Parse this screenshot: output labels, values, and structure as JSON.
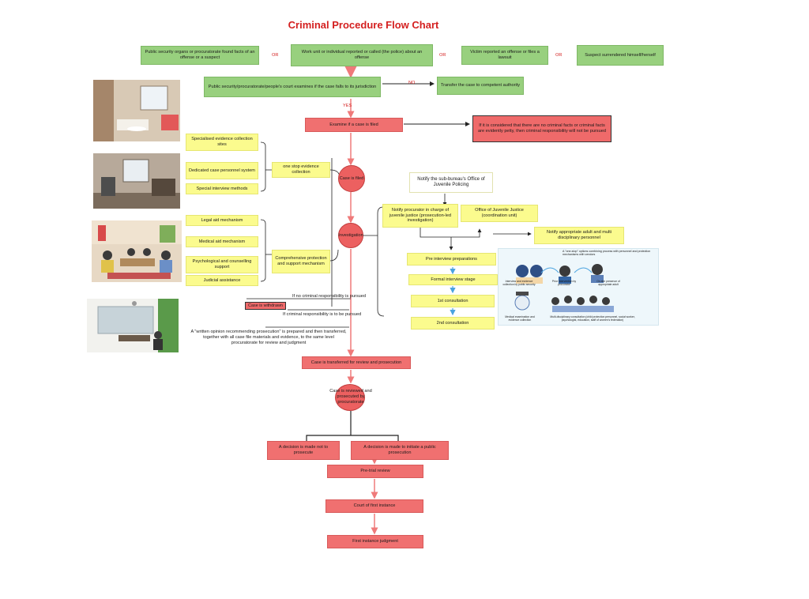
{
  "title": "Criminal Procedure Flow Chart",
  "or_label": "OR",
  "yes_label": "YES",
  "no_label": "NO",
  "sources": [
    "Public security organs or procuratorate found facts of an offense  or a suspect",
    "Work unit or individual reported or called (the police) about an offense",
    "Victim reported an offense or files a lawsuit",
    "Suspect surrendered himself/herself"
  ],
  "jurisdiction_check": "Public security/procuratorate/people's court examines  if the case falls to its jurisdiction",
  "transfer_case": "Transfer the case to competent authority",
  "examine_filed": "Examine if a case is filed",
  "no_criminal_facts": "If it is considered that there are no criminal facts or criminal facts are evidently petty, then criminal responsibility will not be pursued",
  "case_filed": "Case is filed",
  "investigation": "Investigation",
  "evidence_items": [
    "Specialised evidence collection sites",
    "Dedicated case personnel system",
    "Special interview methods"
  ],
  "one_stop": "one stop evidence collection",
  "support_items": [
    "Legal aid mechanism",
    "Medical aid mechanism",
    "Psychological and counselling support",
    "Judicial assistance"
  ],
  "protection": "Comprehensive protection and support mechanism",
  "notify_subbureau": "Notify the sub-bureau's Office of Juvenile Policing",
  "notify_procurator": "Notify procurator in charge of juvenile justice (prosecution-led investigation)",
  "office_juvenile": "Office of Juvenile Justice (coordination unit)",
  "notify_adult": "Notify appropriate adult and multi disciplinary personnel",
  "interview_steps": [
    "Pre interview preparations",
    "Formal interview stage",
    "1st consultation",
    "2nd consultation"
  ],
  "no_criminal_pursued": "If no criminal responsibility is pursued",
  "case_withdrawn": "Case is withdrawn",
  "criminal_pursued": "If criminal responsibility is to be pursued",
  "written_opinion": "A \"written opinion recommending prosecution\" is prepared and then transferred,  together with all case file materials and evidence, to the same level procuratorate for review and judgment",
  "transferred_review": "Case is transferred for review and prosecution",
  "reviewed": "Case is reviewed and prosecuted by procuratorate",
  "not_prosecute": "A decision is made not to prosecute",
  "initiate_prosecution": "A decision is made to initiate a public prosecution",
  "pretrial": "Pre-trial review",
  "first_court": "Court of first instance",
  "first_judgment": "First instance judgment",
  "panel": {
    "title": "A \"one-stop\" options combining process with personnel and protection mechanisms with vendors",
    "labels": [
      "Interview and evidence collection by public security",
      "Prior intervention by procurator",
      "On-site presence of appropriate adult",
      "Medical  examination  and evidence collection",
      "Multi-disciplinary  consultation  (child protection personnel, social worker, psychologist, education, staff of women's federation)"
    ]
  },
  "colors": {
    "green": "#98d07e",
    "red": "#f07070",
    "yellow": "#fbfb8e",
    "title": "#d42020",
    "arrow": "#ef7a7a",
    "blue_arrow": "#4aa3e0"
  }
}
